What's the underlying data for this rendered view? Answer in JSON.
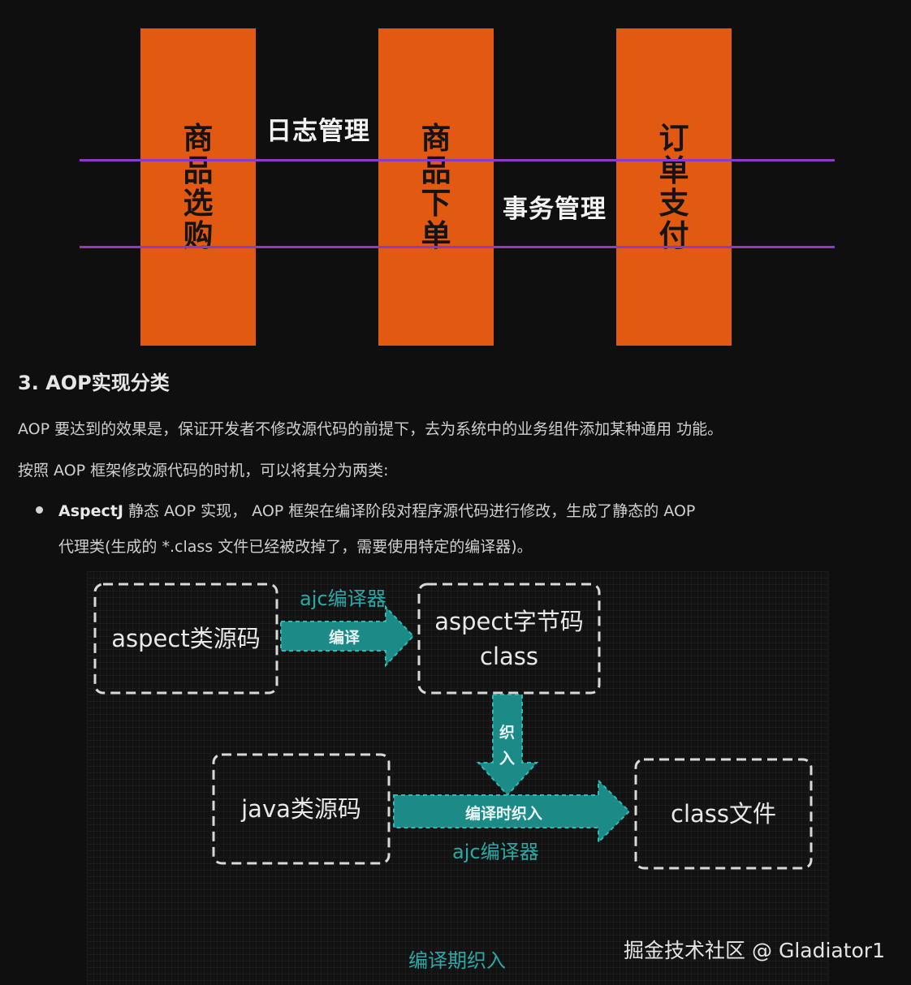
{
  "aop_diagram": {
    "pillars": [
      {
        "chars": [
          "商",
          "品",
          "选",
          "购"
        ]
      },
      {
        "chars": [
          "商",
          "品",
          "下",
          "单"
        ]
      },
      {
        "chars": [
          "订",
          "单",
          "支",
          "付"
        ]
      }
    ],
    "concerns": {
      "log": "日志管理",
      "transaction": "事务管理"
    },
    "colors": {
      "pillar": "#e25a12",
      "line": "#8a3bc7"
    }
  },
  "section": {
    "heading": "3. AOP实现分类",
    "para1": "AOP 要达到的效果是，保证开发者不修改源代码的前提下，去为系统中的业务组件添加某种通用 功能。",
    "para2": "按照 AOP 框架修改源代码的时机，可以将其分为两类:",
    "bullet": {
      "bold": "AspectJ",
      "line1_rest": " 静态 AOP 实现， AOP 框架在编译阶段对程序源代码进行修改，生成了静态的 AOP",
      "line2": "代理类(生成的 *.class 文件已经被改掉了，需要使用特定的编译器)。"
    }
  },
  "compile_diagram": {
    "aspect_source": "aspect类源码",
    "aspect_bytecode_line1": "aspect字节码",
    "aspect_bytecode_line2": "class",
    "java_source": "java类源码",
    "class_file": "class文件",
    "ajc_top": "ajc编译器",
    "compile_label": "编译",
    "weave_chars": [
      "织",
      "入"
    ],
    "weave_compile_label": "编译时织入",
    "ajc_bottom": "ajc编译器",
    "caption": "编译期织入",
    "colors": {
      "teal": "#2aa9a6",
      "border": "#d8d8d8"
    }
  },
  "watermark": "掘金技术社区 @ Gladiator1"
}
